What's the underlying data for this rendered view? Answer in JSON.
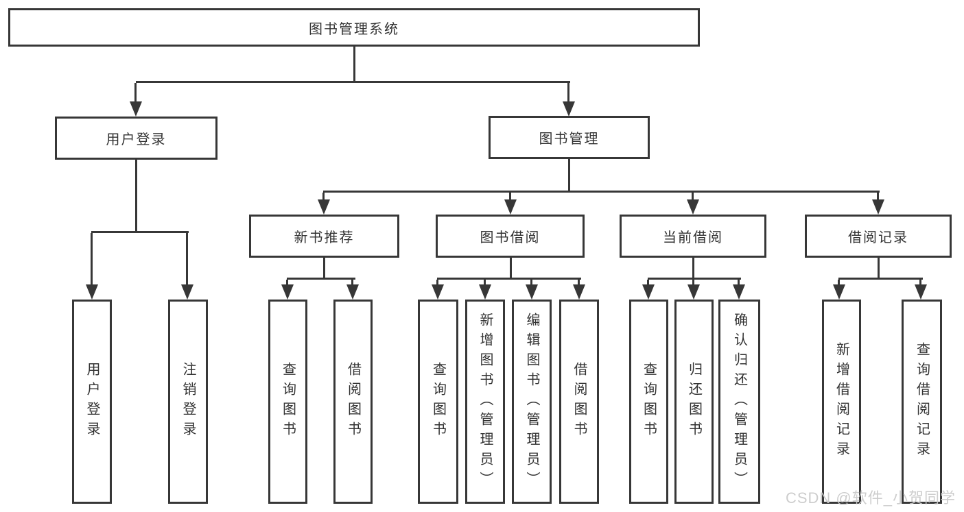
{
  "colors": {
    "line": "#373737",
    "text": "#333333",
    "box_bg": "#ffffff",
    "watermark": "#c9c9c9",
    "bg": "#ffffff"
  },
  "watermark": {
    "text": "CSDN @软件_小贺同学"
  },
  "tree": {
    "root": {
      "label": "图书管理系统"
    },
    "branches": [
      {
        "label": "用户登录",
        "children": [
          {
            "label": "用户登录"
          },
          {
            "label": "注销登录"
          }
        ]
      },
      {
        "label": "图书管理",
        "children": [
          {
            "label": "新书推荐",
            "children": [
              {
                "label": "查询图书"
              },
              {
                "label": "借阅图书"
              }
            ]
          },
          {
            "label": "图书借阅",
            "children": [
              {
                "label": "查询图书"
              },
              {
                "label": "新增图书（管理员）"
              },
              {
                "label": "编辑图书（管理员）"
              },
              {
                "label": "借阅图书"
              }
            ]
          },
          {
            "label": "当前借阅",
            "children": [
              {
                "label": "查询图书"
              },
              {
                "label": "归还图书"
              },
              {
                "label": "确认归还（管理员）"
              }
            ]
          },
          {
            "label": "借阅记录",
            "children": [
              {
                "label": "新增借阅记录"
              },
              {
                "label": "查询借阅记录"
              }
            ]
          }
        ]
      }
    ]
  }
}
